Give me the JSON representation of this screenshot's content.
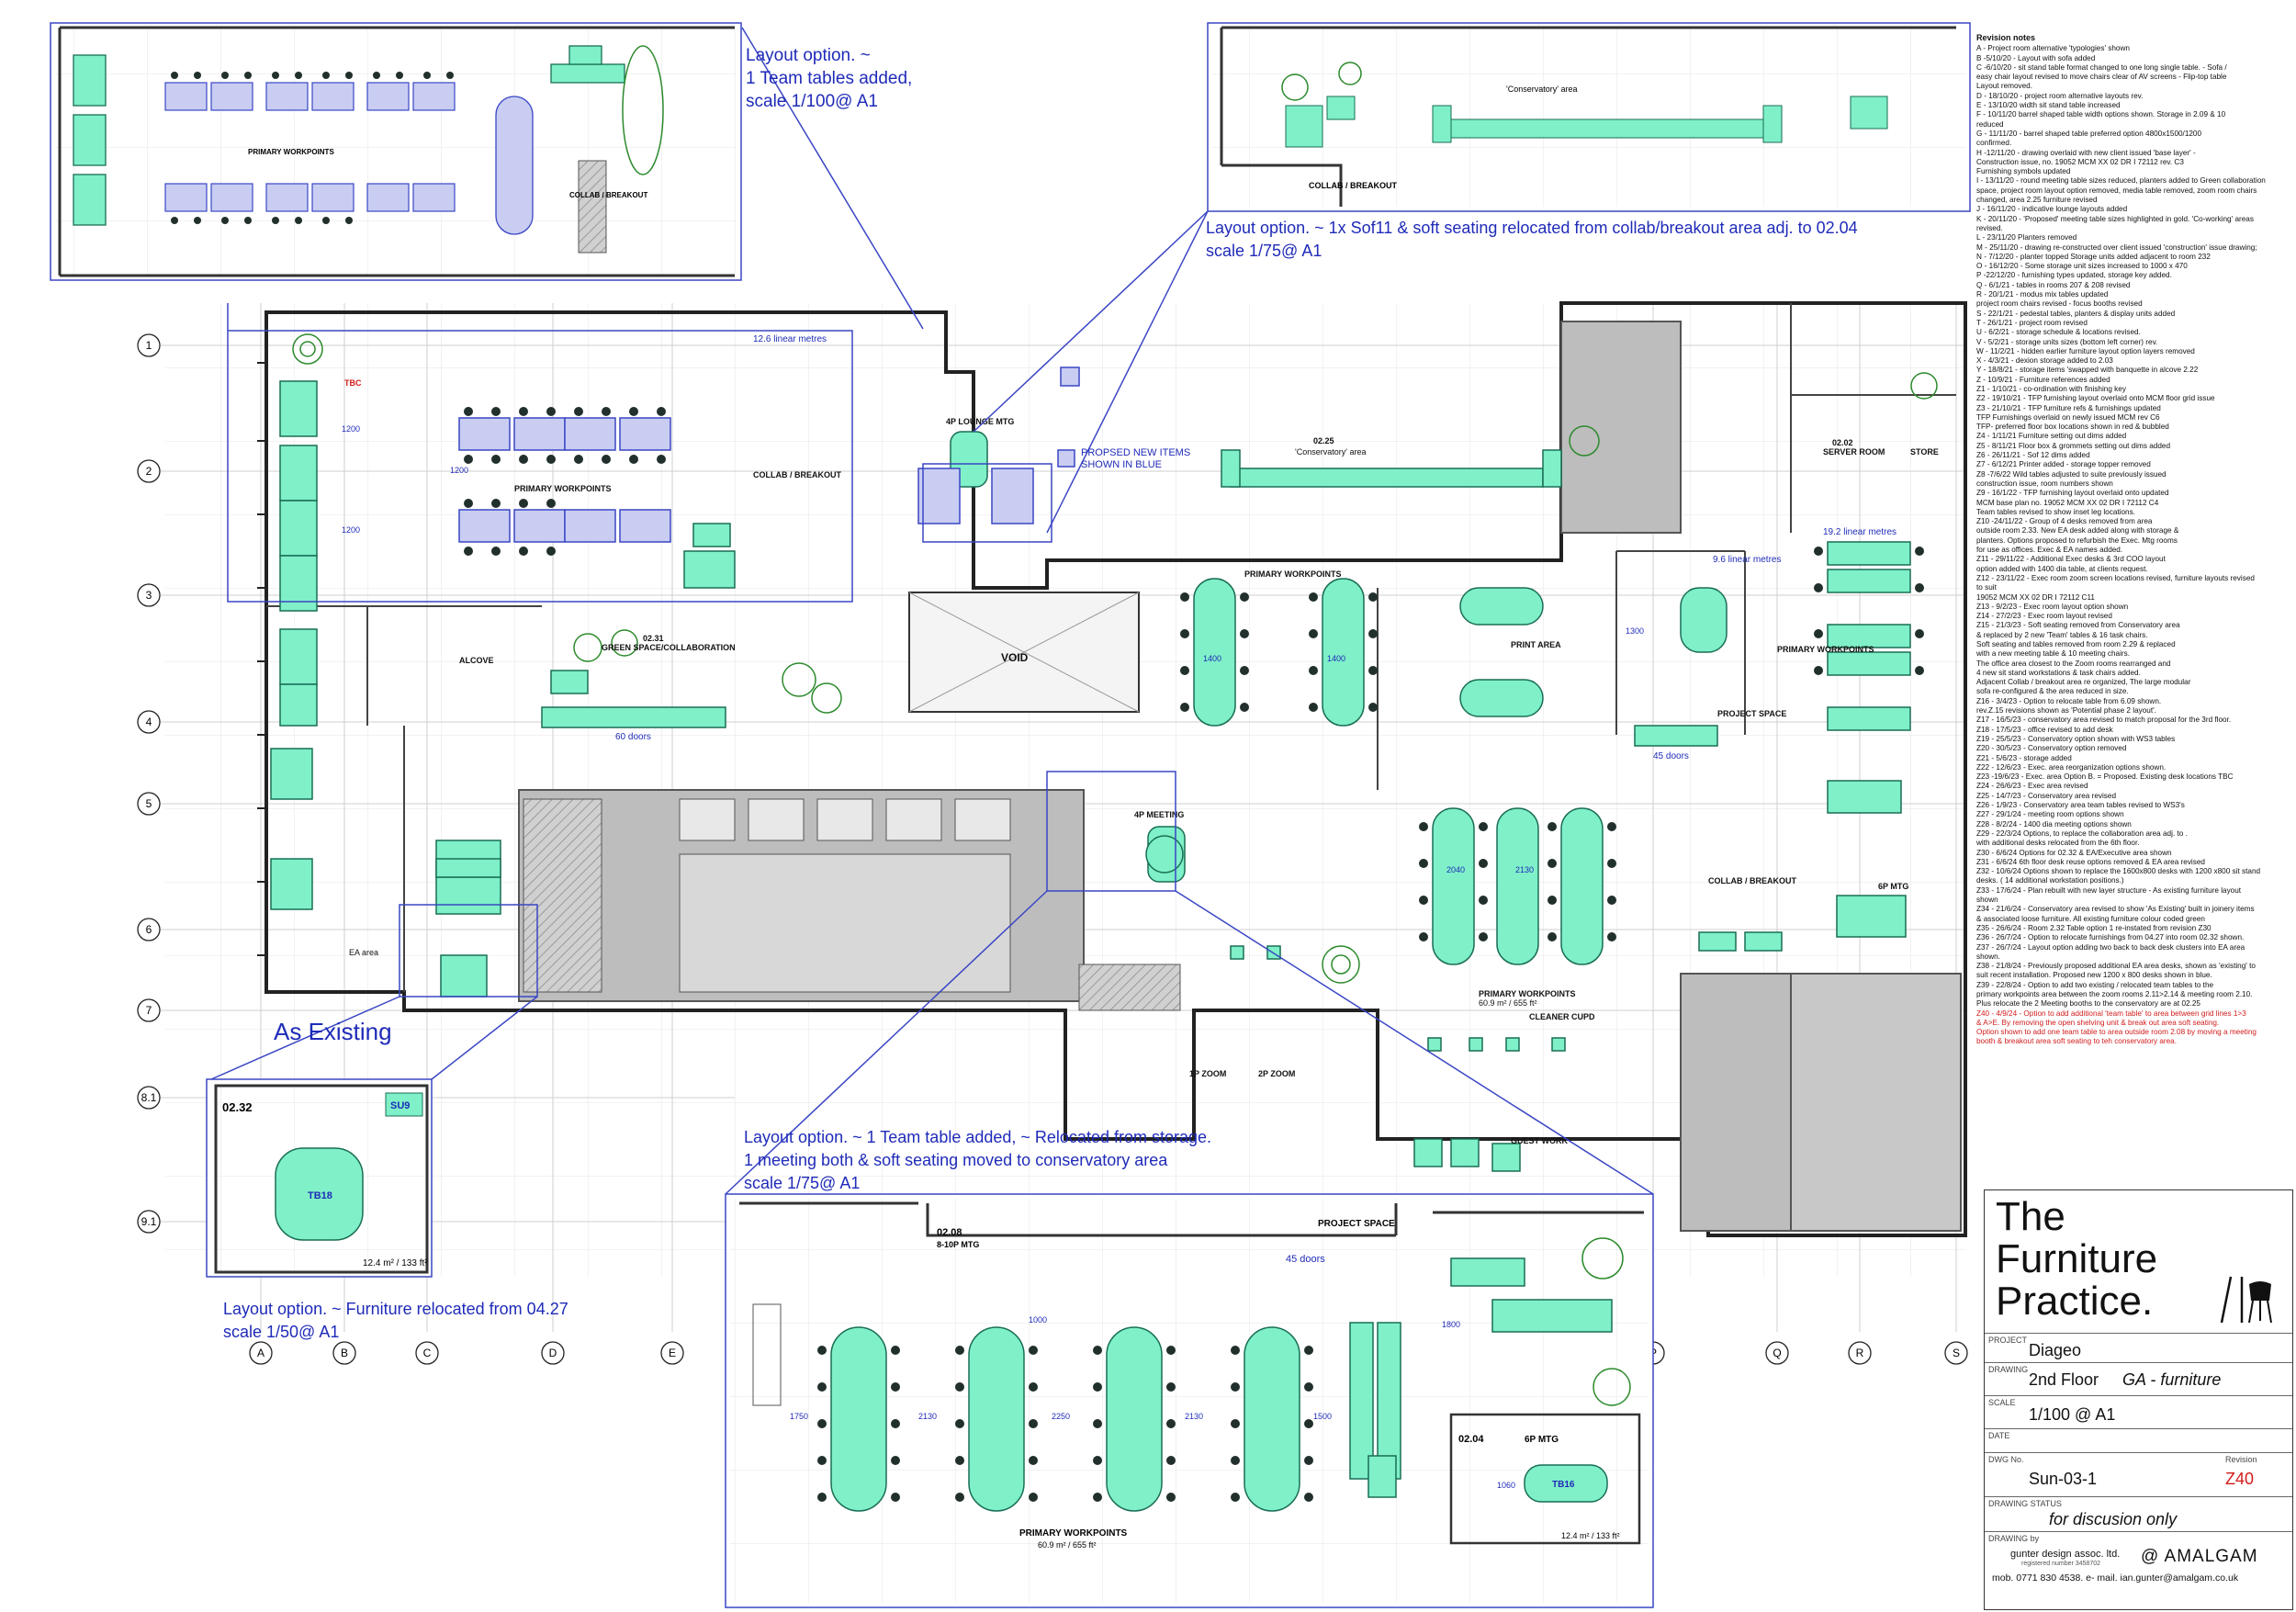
{
  "blue_notes": {
    "top_left": [
      "Layout option. ~",
      "1 Team tables added,",
      "scale 1/100@ A1"
    ],
    "top_right": [
      "Layout option. ~ 1x Sof11 & soft seating relocated from collab/breakout area adj. to 02.04",
      "scale 1/75@ A1"
    ],
    "bottom_center": [
      "Layout option. ~ 1 Team table added, ~ Relocated from storage.",
      "1 meeting both & soft seating moved to conservatory area",
      "scale 1/75@ A1"
    ],
    "bottom_left": [
      "Layout option. ~ Furniture relocated from 04.27",
      "scale 1/50@ A1"
    ]
  },
  "as_existing": "As Existing",
  "proposed_legend": [
    "PROPSED NEW ITEMS",
    "SHOWN IN BLUE"
  ],
  "grid": {
    "rows": [
      "1",
      "2",
      "3",
      "4",
      "5",
      "6",
      "7",
      "8.1",
      "9.1"
    ],
    "cols": [
      "A",
      "B",
      "C",
      "D",
      "E",
      "P",
      "Q",
      "R",
      "S"
    ]
  },
  "room_labels": {
    "primary_workpoints": "PRIMARY WORKPOINTS",
    "primary_workpoints_area": "PRIMARY WORKPOINTS",
    "area_a": "60.9 m² / 655 ft²",
    "collab_breakout": "COLLAB / BREAKOUT",
    "conservatory": "'Conservatory' area",
    "conservatory_num": "02.25",
    "green_space": "GREEN SPACE/COLLABORATION",
    "green_space_num": "02.31",
    "void": "VOID",
    "print_area": "PRINT AREA",
    "server_room": "SERVER ROOM",
    "server_room_num": "02.02",
    "store": "STORE",
    "project_space": "PROJECT SPACE",
    "ea_area": "EA area",
    "alcove": "ALCOVE",
    "meeting_4p": "4P MEETING",
    "meeting_6p": "6P MTG",
    "meeting_8_10p": "8-10P MTG",
    "lounge_mtg": "4P LOUNGE MTG",
    "zoom_1p": "1P ZOOM",
    "zoom_2p": "2P ZOOM",
    "cleaner": "CLEANER CUPD",
    "guest_work": "GUEST WORK",
    "linear_metres_1": "9.6 linear metres",
    "linear_metres_2": "19.2 linear metres",
    "linear_metres_3": "12.6 linear metres",
    "doors_45": "45 doors",
    "doors_60": "60 doors",
    "room_0232": "02.32",
    "room_0204": "02.04",
    "room_0208": "02.08",
    "area_b": "12.4 m² / 133 ft²",
    "tbc": "TBC",
    "tb18": "TB18",
    "tb16": "TB16",
    "su9": "SU9"
  },
  "revision_notes": {
    "title": "Revision notes",
    "lines": [
      "A - Project room alternative 'typologies' shown",
      "B -5/10/20 - Layout with sofa added",
      "C -6/10/20 - sit stand table format changed to one long single table. - Sofa /",
      "easy chair layout revised to move chairs clear of AV screens - Flip-top table",
      "Layout removed.",
      "D - 18/10/20 - project room alternative layouts rev.",
      "E - 13/10/20 width sit stand table increased",
      "F - 10/11/20 barrel shaped table width options shown. Storage in 2.09 & 10",
      "reduced",
      "G - 11/11/20 - barrel shaped table preferred option 4800x1500/1200",
      "confirmed.",
      "H -12/11/20 - drawing overlaid with new client issued 'base layer' -",
      "Construction issue, no. 19052 MCM XX 02 DR I 72112 rev. C3",
      "Furnishing symbols updated",
      "I - 13/11/20 - round meeting table sizes reduced, planters added to Green collaboration",
      "space, project room layout option removed, media table removed, zoom room chairs",
      "changed, area 2.25 furniture revised",
      "J - 16/11/20 - indicative lounge layouts added",
      "K - 20/11/20 - 'Proposed' meeting table sizes highlighted in gold. 'Co-working' areas",
      "revised.",
      "L - 23/11/20 Planters removed",
      "M - 25/11/20 - drawing re-constructed over client issued 'construction' issue drawing;",
      "N - 7/12/20 - planter topped Storage units added adjacent to room 232",
      "O - 16/12/20 - Some storage unit sizes increased to 1000 x 470",
      "P -22/12/20 - furnishing types updated, storage key added.",
      "Q - 6/1/21 - tables in rooms 207 & 208 revised",
      "R - 20/1/21 - modus mix tables updated",
      "project room chairs revised - focus booths revised",
      "S - 22/1/21 - pedestal tables, planters & display units added",
      "T - 26/1/21 - project room revised",
      "U - 6/2/21 - storage schedule & locations revised.",
      "V - 5/2/21 - storage units sizes (bottom left corner) rev.",
      "W - 11/2/21 - hidden earlier furniture layout option layers removed",
      "X - 4/3/21 - dexion storage added to 2.03",
      "Y - 18/8/21 - storage items 'swapped with banquette in alcove 2.22",
      "Z - 10/9/21 - Furniture references added",
      "Z1 - 1/10/21 - co-ordination with finishing key",
      "Z2 - 19/10/21 - TFP furnishing layout overlaid onto MCM floor grid issue",
      "Z3 - 21/10/21 - TFP furniture refs & furnishings updated",
      "TFP Furnishings overlaid on newly issued MCM rev C6",
      "TFP- preferred floor box locations shown in red & bubbled",
      "Z4 - 1/11/21 Furniture setting out dims added",
      "Z5 - 8/11/21 Floor box & grommets setting out dims added",
      "Z6 - 26/11/21 - Sof 12 dims added",
      "Z7 - 6/12/21 Printer added - storage topper removed",
      "Z8 -7/6/22 Wild tables adjusted to suite previously issued",
      "construction issue, room numbers shown",
      "Z9 - 16/1/22 - TFP furnishing layout overlaid onto updated",
      "MCM base plan no. 19052 MCM XX 02 DR I 72112 C4",
      "Team tables revised to show inset leg locations.",
      "Z10 -24/11/22 - Group of 4 desks removed from area",
      "outside room 2.33. New EA desk added along with storage &",
      "planters. Options proposed to refurbish the Exec. Mtg rooms",
      "for use as offices. Exec & EA names added.",
      "Z11 - 29/11/22 - Additional Exec desks & 3rd COO layout",
      "option added with 1400 dia table, at clients request.",
      "Z12 - 23/11/22 - Exec room zoom screen locations revised, furniture layouts revised",
      "to suit",
      "19052 MCM XX 02 DR I 72112 C11",
      "Z13 - 9/2/23 - Exec room layout option shown",
      "Z14 - 27/2/23 - Exec room layout revised",
      "Z15 - 21/3/23 - Soft seating removed from Conservatory area",
      "& replaced by 2 new 'Team' tables & 16 task chairs.",
      "Soft seating and tables removed from room 2.29 & replaced",
      "with a new meeting table & 10 meeting chairs.",
      "The office area closest to the Zoom rooms rearranged and",
      "4 new sit stand workstations & task chairs added.",
      "Adjacent Collab / breakout area re organized, The large modular",
      "sofa re-configured & the area reduced in size.",
      "Z16 - 3/4/23 - Option to relocate table from 6.09 shown.",
      "rev.Z.15 revisions shown as 'Potential phase 2 layout'.",
      "Z17 - 16/5/23 - conservatory area revised to match proposal for the 3rd floor.",
      "Z18 - 17/5/23 - office revised to add desk",
      "Z19 - 25/5/23 - Conservatory option shown with WS3 tables",
      "Z20 - 30/5/23 - Conservatory option removed",
      "Z21 - 5/6/23 - storage added",
      "Z22 - 12/6/23 - Exec. area reorganization options shown.",
      "Z23 -19/6/23 - Exec. area Option B. = Proposed. Existing desk locations TBC",
      "Z24 - 26/6/23 - Exec area revised",
      "Z25 - 14/7/23 - Conservatory area revised",
      "Z26 - 1/9/23 - Conservatory area team tables revised to WS3's",
      "Z27 - 29/1/24 - meeting room options shown",
      "Z28 - 8/2/24 - 1400 dia meeting options shown",
      "Z29 - 22/3/24 Options, to replace the collaboration area adj. to .",
      "with additional desks relocated from the 6th floor.",
      "Z30 - 6/6/24 Options for 02.32 & EA/Executive area shown",
      "Z31 - 6/6/24 6th floor desk reuse options removed & EA area revised",
      "Z32 - 10/6/24 Options shown to replace the 1600x800 desks with 1200 x800 sit stand",
      "desks. ( 14 additional workstation positions.)",
      "Z33 - 17/6/24 - Plan rebuilt with new layer structure - As existing furniture layout",
      "shown",
      "Z34 - 21/6/24 - Conservatory area revised to show 'As Existing' built in joinery items",
      "& associated loose furniture. All existing furniture colour coded green",
      "Z35 - 26/6/24 - Room 2.32 Table option 1 re-instated from revision Z30",
      "Z36 - 26/7/24 - Option to relocate furnishings from 04.27 into room 02.32 shown.",
      "Z37 - 26/7/24 - Layout option adding two back to back desk clusters into EA area",
      "shown.",
      "Z38 - 21/8/24 - Previously proposed additional EA area desks, shown as 'existing' to",
      "suit recent installation. Proposed new 1200 x 800 desks shown in blue.",
      "Z39 - 22/8/24 - Option to add two existing / relocated team tables to the",
      "primary workpoints area between the zoom rooms 2.11>2.14 & meeting room 2.10.",
      "Plus relocate the 2 Meeting booths to the conservatory are at 02.25"
    ],
    "red_lines": [
      "Z40 - 4/9/24 - Option to add additional 'team table' to area between grid lines 1>3",
      "& A>E. By removing the open shelving unit & break out area soft seating.",
      "Option shown to add one team table to area outside room 2.08 by moving a meeting",
      "booth & breakout area soft seating to teh conservatory area."
    ]
  },
  "title_block": {
    "brand_lines": [
      "The",
      "Furniture",
      "Practice."
    ],
    "project_caption": "PROJECT",
    "project": "Diageo",
    "drawing_caption": "DRAWING",
    "drawing_floor": "2nd Floor",
    "drawing_type": "GA - furniture",
    "scale_caption": "SCALE",
    "scale": "1/100 @ A1",
    "date_caption": "DATE",
    "dwg_caption": "DWG No.",
    "dwg_no": "Sun-03-1",
    "revision_caption": "Revision",
    "revision": "Z40",
    "status_caption": "DRAWING STATUS",
    "status": "for discusion only",
    "drawing_by_caption": "DRAWING by",
    "drawn_by": "gunter design assoc. ltd.",
    "registration": "registered number 3458702",
    "contact": "mob. 0771 830 4538.   e- mail. ian.gunter@amalgam.co.uk",
    "amalgam": "@ AMALGAM"
  },
  "colors": {
    "proposed_fill": "#7ff0c8",
    "proposed_stroke": "#1a6e55",
    "proposed_blue": "#c9cdf2",
    "annotation_blue": "#1f2bb8",
    "core_grey": "#bdbdbd",
    "wall": "#222222",
    "red_note": "#d21b1b",
    "planter_green": "#2c8a2c"
  }
}
